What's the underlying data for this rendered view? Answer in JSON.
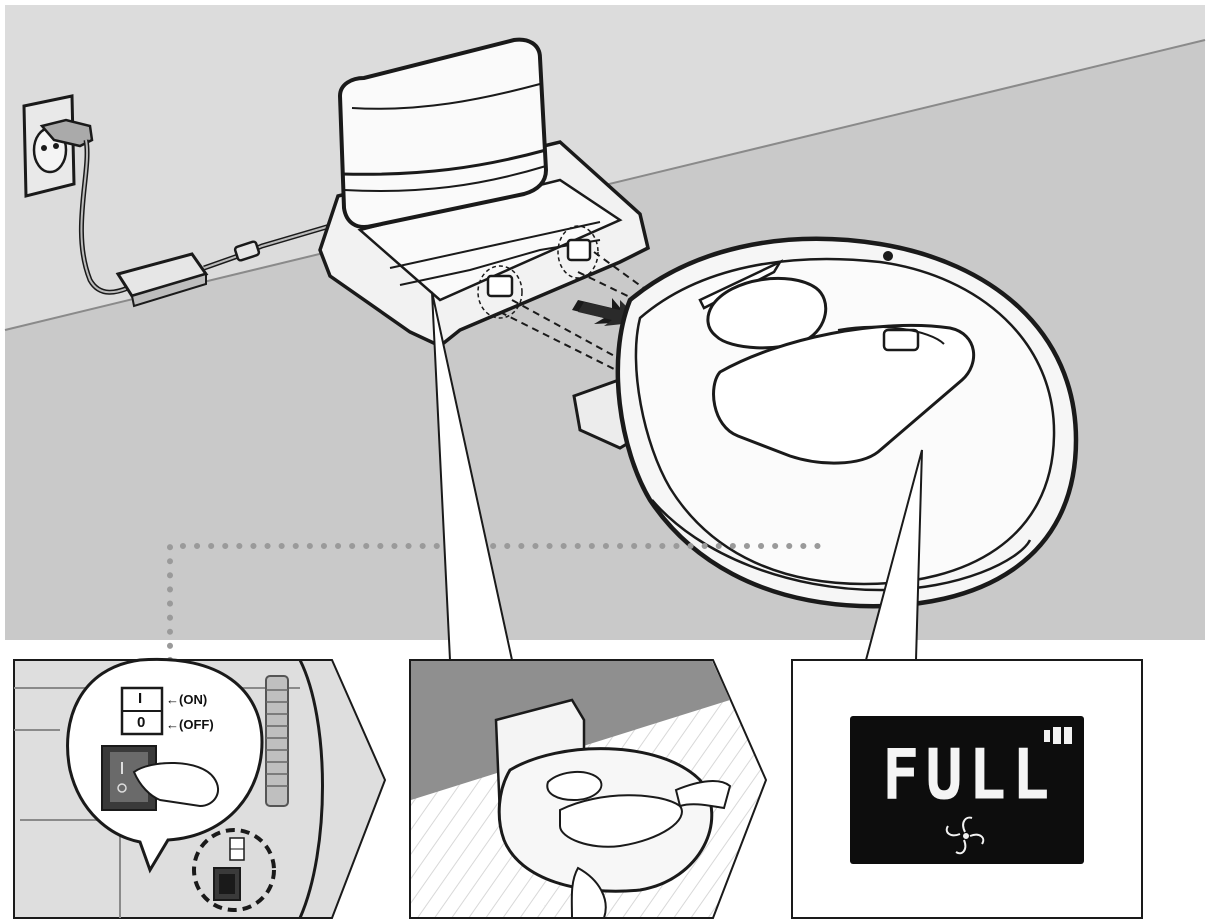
{
  "switch_labels": {
    "on_symbol": "I",
    "off_symbol": "0",
    "on_text": "(ON)",
    "off_text": "(OFF)"
  },
  "display": {
    "text": "FULL",
    "battery_bars": 3,
    "icon": "fan-icon"
  },
  "icons": {
    "wall-outlet": "wall-outlet-icon",
    "power-adapter": "power-adapter-icon",
    "insert-arrow": "arrow-icon",
    "power-switch": "power-switch-icon",
    "battery": "battery-icon",
    "fan": "fan-icon"
  },
  "colors": {
    "wall": "#dcdcdc",
    "floor": "#c9c9c9",
    "line": "#1a1a1a",
    "lcd_bg": "#0d0d0d",
    "dotted": "#9a9a9a"
  }
}
